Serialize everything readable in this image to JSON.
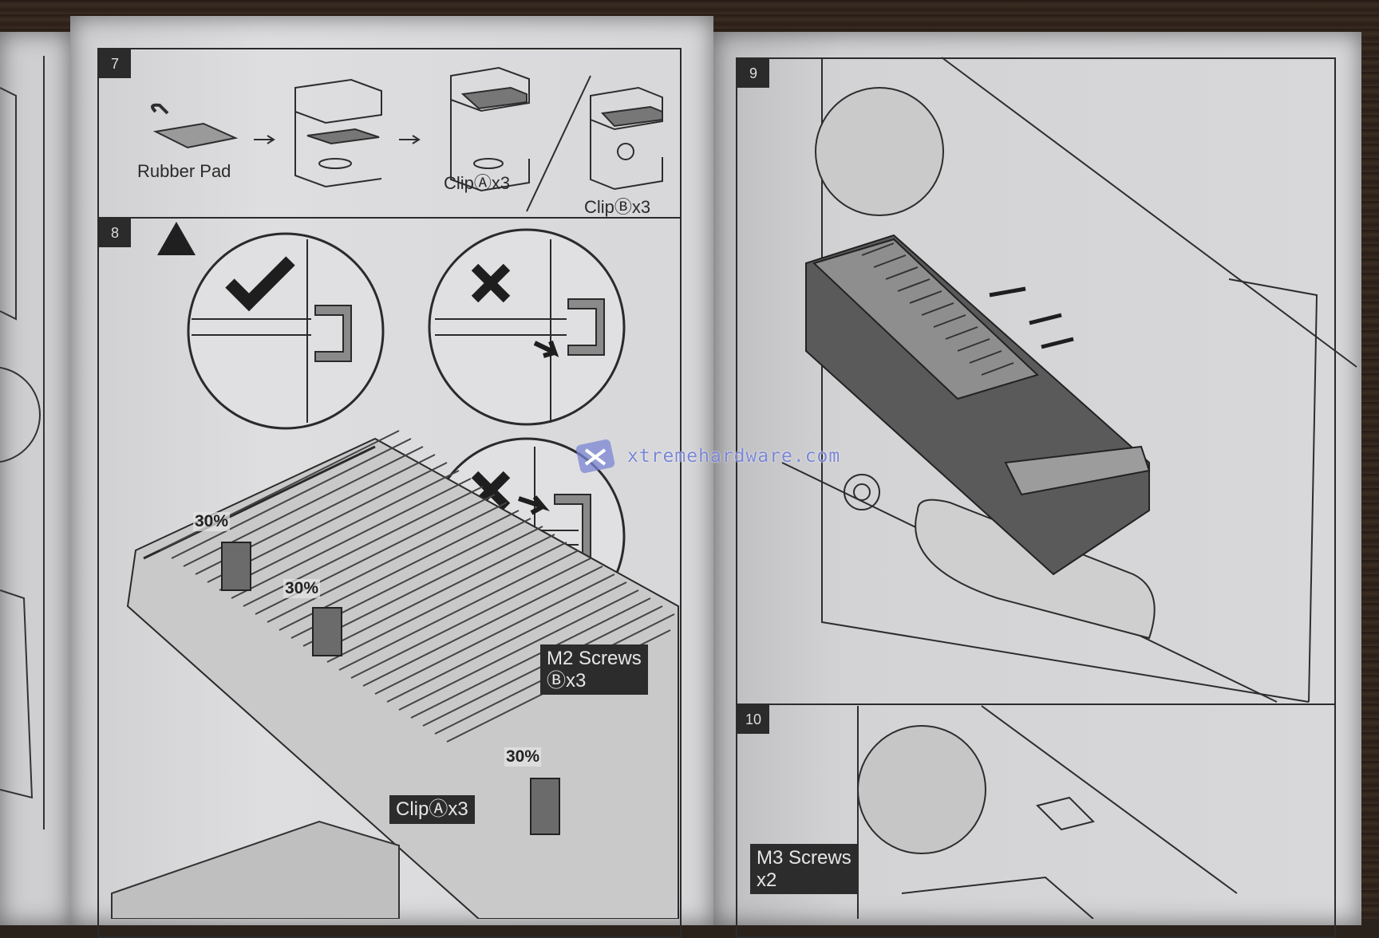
{
  "step7": {
    "number": "7",
    "rubber_pad": "Rubber Pad",
    "clip_a": "ClipⒶx3",
    "clip_b": "ClipⒷx3"
  },
  "step8": {
    "number": "8",
    "m2_screws": "M2 Screws\nⒷx3",
    "clip_a": "ClipⒶx3",
    "percent_labels": [
      "30%",
      "30%",
      "30%"
    ]
  },
  "step9": {
    "number": "9"
  },
  "step10": {
    "number": "10",
    "m3_screws": "M3 Screws\nx2"
  },
  "watermark": {
    "text": "xtremehardware.com",
    "color": "#7b86d4"
  },
  "icons": [
    "warning-icon",
    "checkmark-icon",
    "cross-icon",
    "arrow-icon"
  ]
}
